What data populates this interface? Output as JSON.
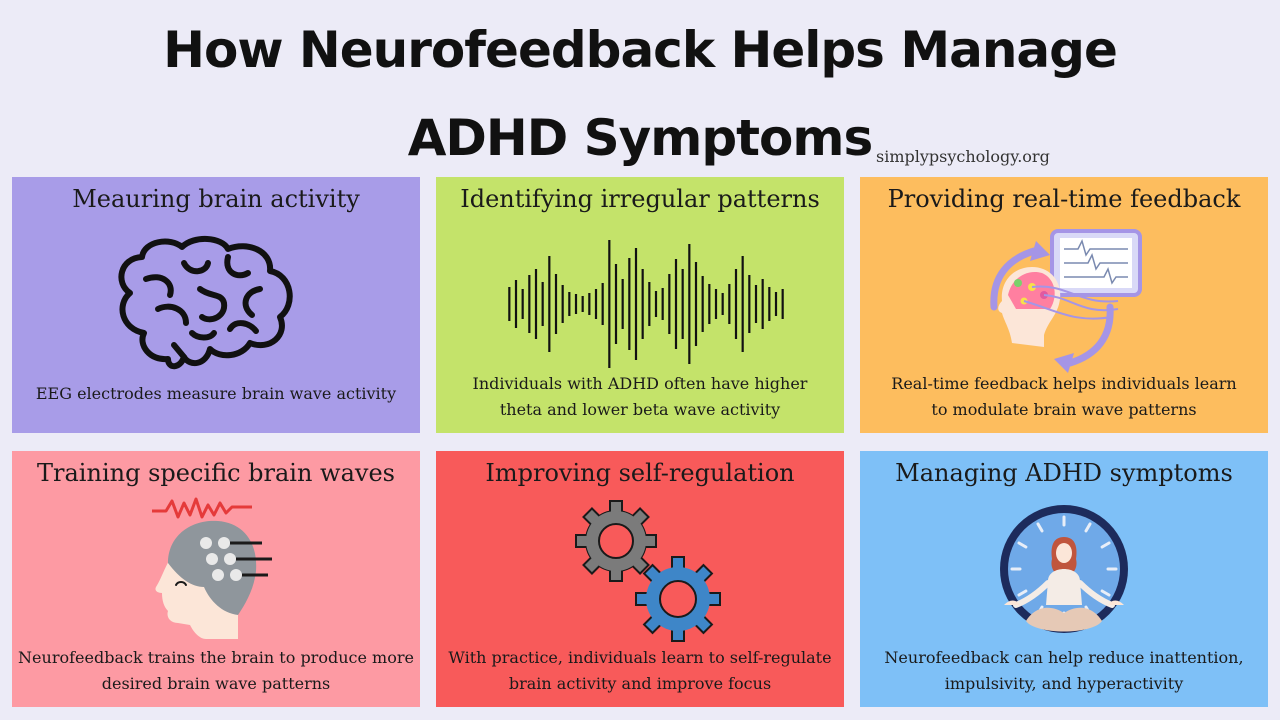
{
  "title": {
    "line1": "How Neurofeedback Helps Manage",
    "line2": "ADHD Symptoms"
  },
  "source": "simplypsychology.org",
  "cards": [
    {
      "title": "Meauring brain activity",
      "desc": [
        "EEG electrodes measure brain wave activity"
      ],
      "icon": "brain-icon",
      "color": "#a89ce8"
    },
    {
      "title": "Identifying irregular patterns",
      "desc": [
        "Individuals with ADHD often have higher",
        "theta and lower beta wave activity"
      ],
      "icon": "sound-wave-icon",
      "color": "#c4e36a"
    },
    {
      "title": "Providing real-time feedback",
      "desc": [
        "Real-time feedback helps individuals learn",
        "to modulate brain wave patterns"
      ],
      "icon": "head-monitor-feedback-icon",
      "color": "#fdbd5e"
    },
    {
      "title": "Training specific brain waves",
      "desc": [
        "Neurofeedback trains the brain to produce more",
        "desired brain wave patterns"
      ],
      "icon": "head-electrodes-icon",
      "color": "#fd9aa3"
    },
    {
      "title": "Improving self-regulation",
      "desc": [
        "With practice, individuals learn to self-regulate",
        "brain activity and improve focus"
      ],
      "icon": "gears-icon",
      "color": "#f85a5a"
    },
    {
      "title": "Managing ADHD symptoms",
      "desc": [
        "Neurofeedback can help reduce inattention,",
        "impulsivity, and hyperactivity"
      ],
      "icon": "meditation-clock-icon",
      "color": "#7ec0f7"
    }
  ]
}
